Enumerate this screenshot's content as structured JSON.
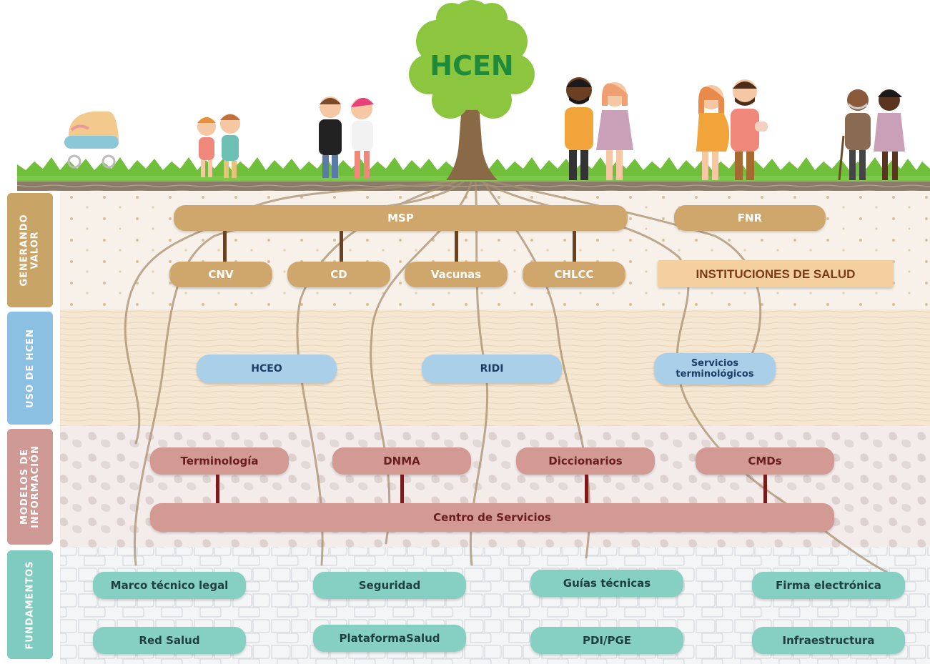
{
  "tree": {
    "label": "HCEN"
  },
  "layers": [
    {
      "side_label": "GENERANDO VALOR",
      "top_boxes": [
        "MSP",
        "FNR"
      ],
      "bottom_boxes": [
        "CNV",
        "CD",
        "Vacunas",
        "CHLCC"
      ],
      "extra_box": "INSTITUCIONES DE SALUD"
    },
    {
      "side_label": "USO DE HCEN",
      "boxes": [
        "HCEO",
        "RIDI",
        "Servicios terminológicos"
      ]
    },
    {
      "side_label": "MODELOS DE INFORMACIÓN",
      "top_boxes": [
        "Terminología",
        "DNMA",
        "Diccionarios",
        "CMDs"
      ],
      "bottom_box": "Centro de Servicios"
    },
    {
      "side_label": "FUNDAMENTOS",
      "row1": [
        "Marco técnico legal",
        "Seguridad",
        "Guías técnicas",
        "Firma electrónica"
      ],
      "row2": [
        "Red Salud",
        "PlataformaSalud",
        "PDI/PGE",
        "Infraestructura"
      ]
    }
  ],
  "colors": {
    "tan": "#cfa76c",
    "blue": "#a9cfe9",
    "rose": "#d29a93",
    "teal": "#86cfc3",
    "tree": "#8cc63f",
    "grass": "#6fbf3a"
  }
}
